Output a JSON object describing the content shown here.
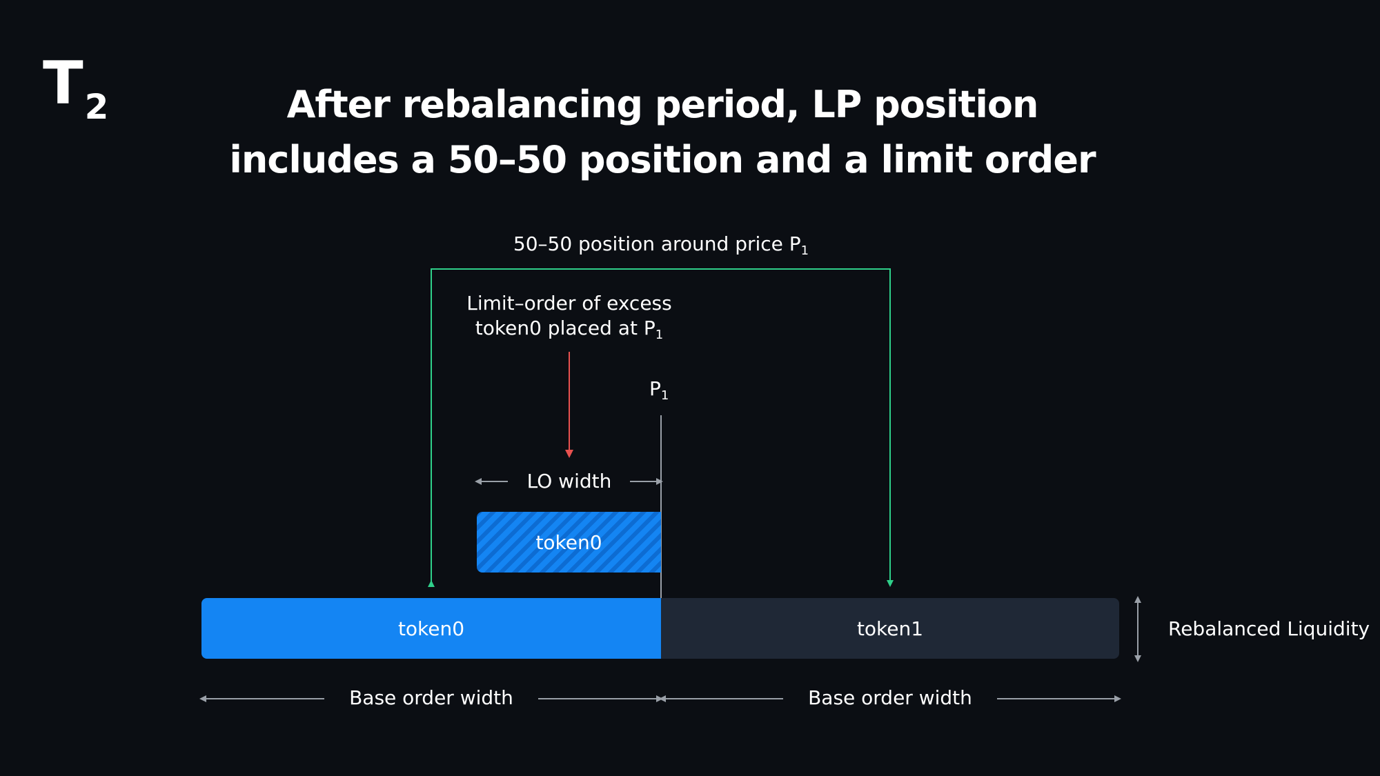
{
  "step": {
    "letter": "T",
    "subscript": "2"
  },
  "title": {
    "line1": "After rebalancing period, LP position",
    "line2": "includes a 50–50 position and a limit order"
  },
  "labels": {
    "position_prefix": "50–50 position around price P",
    "position_sub": "1",
    "limit_line1": "Limit–order of excess",
    "limit_line2_prefix": "token0 placed at P",
    "limit_sub": "1",
    "price": "P",
    "price_sub": "1",
    "lo_width": "LO width",
    "lo_token": "token0",
    "base_token0": "token0",
    "base_token1": "token1",
    "rebalanced": "Rebalanced Liquidity",
    "base_width_left": "Base order width",
    "base_width_right": "Base order width"
  },
  "colors": {
    "background": "#0b0e13",
    "token0": "#1485f3",
    "token1": "#1f2836",
    "bracket": "#2fd08a",
    "limit_arrow": "#e8514f",
    "guide": "#9aa0a8"
  }
}
